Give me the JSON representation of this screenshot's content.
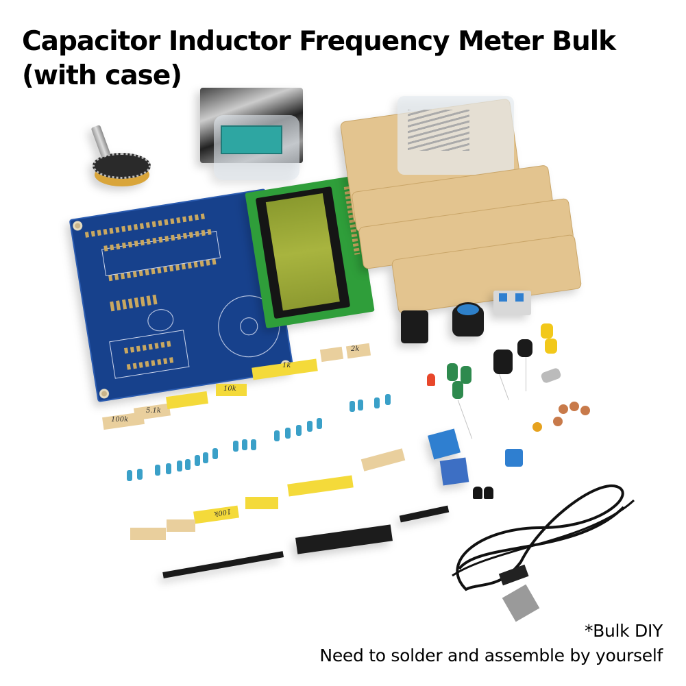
{
  "header": {
    "title_line1": "Capacitor Inductor Frequency Meter Bulk",
    "title_line2": "(with case)"
  },
  "footer": {
    "note": "*Bulk DIY",
    "instruction": "Need to solder and assemble by yourself"
  },
  "kit_contents": {
    "items": [
      "rotary-switch",
      "ic-socket",
      "pcb-board",
      "lcd-1602-module",
      "acrylic-case",
      "screws-bag",
      "potentiometer-knob",
      "push-switches",
      "dc-jack",
      "yellow-caps",
      "inductors",
      "electrolytic-capacitors",
      "red-led",
      "crystal-oscillator",
      "ceramic-capacitors",
      "trimmer-potentiometers",
      "transistors",
      "resistors",
      "male-pin-header",
      "female-pin-header",
      "small-pin-header",
      "usb-dc-cable"
    ]
  },
  "resistor_labels": [
    "100k",
    "5.1k",
    "10k",
    "1k",
    "2k",
    "100k"
  ],
  "colors": {
    "pcb_blue": "#17418c",
    "lcd_green": "#2f9e3a",
    "acrylic": "#e3c48f",
    "tape_yellow": "#f4da3a",
    "resistor_blue": "#3aa0c8"
  }
}
